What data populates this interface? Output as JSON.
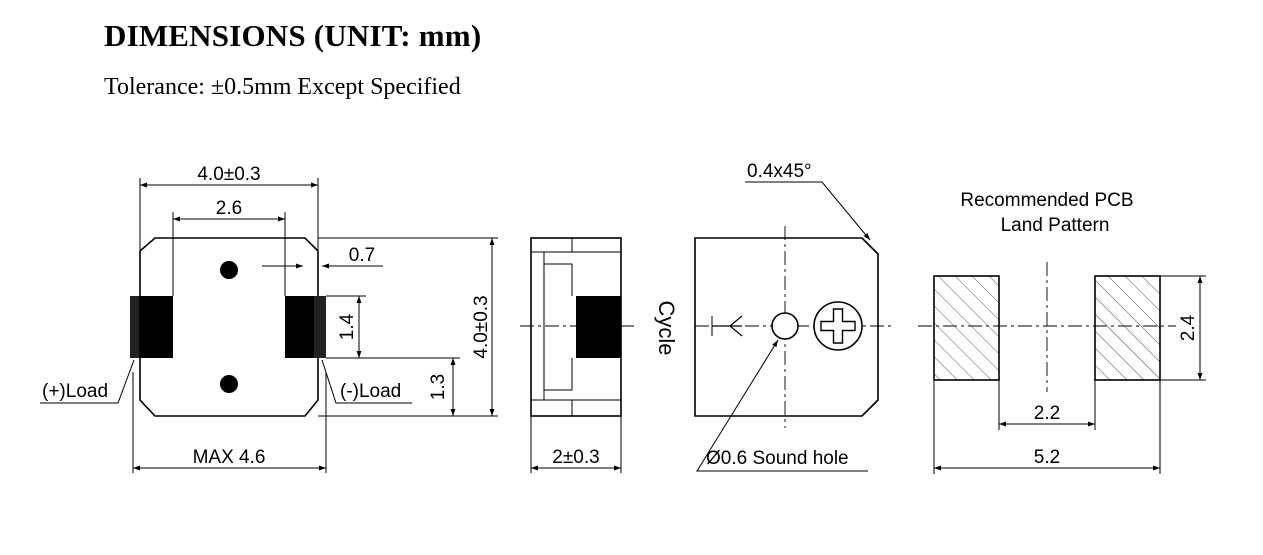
{
  "header": {
    "title": "DIMENSIONS (UNIT: mm)",
    "tolerance": "Tolerance:  ±0.5mm Except Specified"
  },
  "views": {
    "front": {
      "width_dim": "4.0±0.3",
      "inner_width_dim": "2.6",
      "offset_dim": "0.7",
      "height_dim": "4.0±0.3",
      "pad_height_dim": "1.4",
      "pad_offset_dim": "1.3",
      "overall_width_dim": "MAX 4.6",
      "pos_label": "(+)Load",
      "neg_label": "(-)Load"
    },
    "side": {
      "thickness_dim": "2±0.3"
    },
    "top": {
      "chamfer_dim": "0.4x45°",
      "cycle_label": "Cycle",
      "hole_label": "Ø0.6 Sound hole"
    },
    "pcb": {
      "title_line1": "Recommended PCB",
      "title_line2": "Land Pattern",
      "pad_height_dim": "2.4",
      "gap_dim": "2.2",
      "total_width_dim": "5.2"
    }
  }
}
